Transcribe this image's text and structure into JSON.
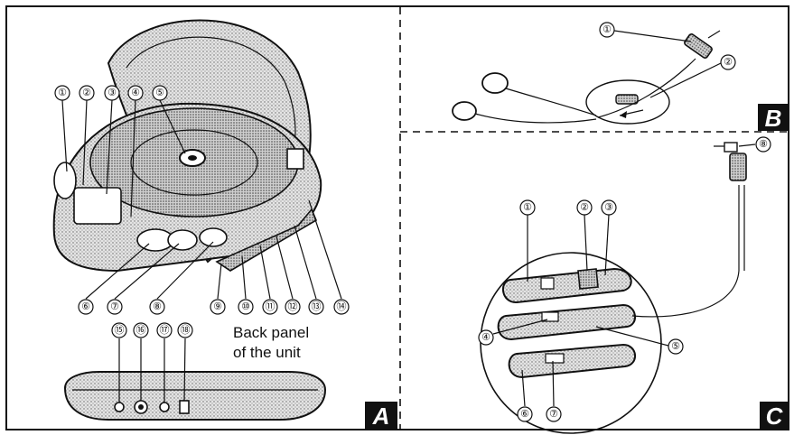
{
  "panels": {
    "A": {
      "letter": "A",
      "caption_line1": "Back panel",
      "caption_line2": "of the unit"
    },
    "B": {
      "letter": "B"
    },
    "C": {
      "letter": "C"
    }
  },
  "labels": {
    "A": [
      "①",
      "②",
      "③",
      "④",
      "⑤",
      "⑥",
      "⑦",
      "⑧",
      "⑨",
      "⑩",
      "⑪",
      "⑫",
      "⑬",
      "⑭",
      "⑮",
      "⑯",
      "⑰",
      "⑱"
    ],
    "B": [
      "①",
      "②"
    ],
    "C": [
      "①",
      "②",
      "③",
      "④",
      "⑤",
      "⑥",
      "⑦",
      "⑧"
    ]
  },
  "colors": {
    "line": "#111111",
    "panel_label_bg": "#111111",
    "background": "#ffffff"
  }
}
